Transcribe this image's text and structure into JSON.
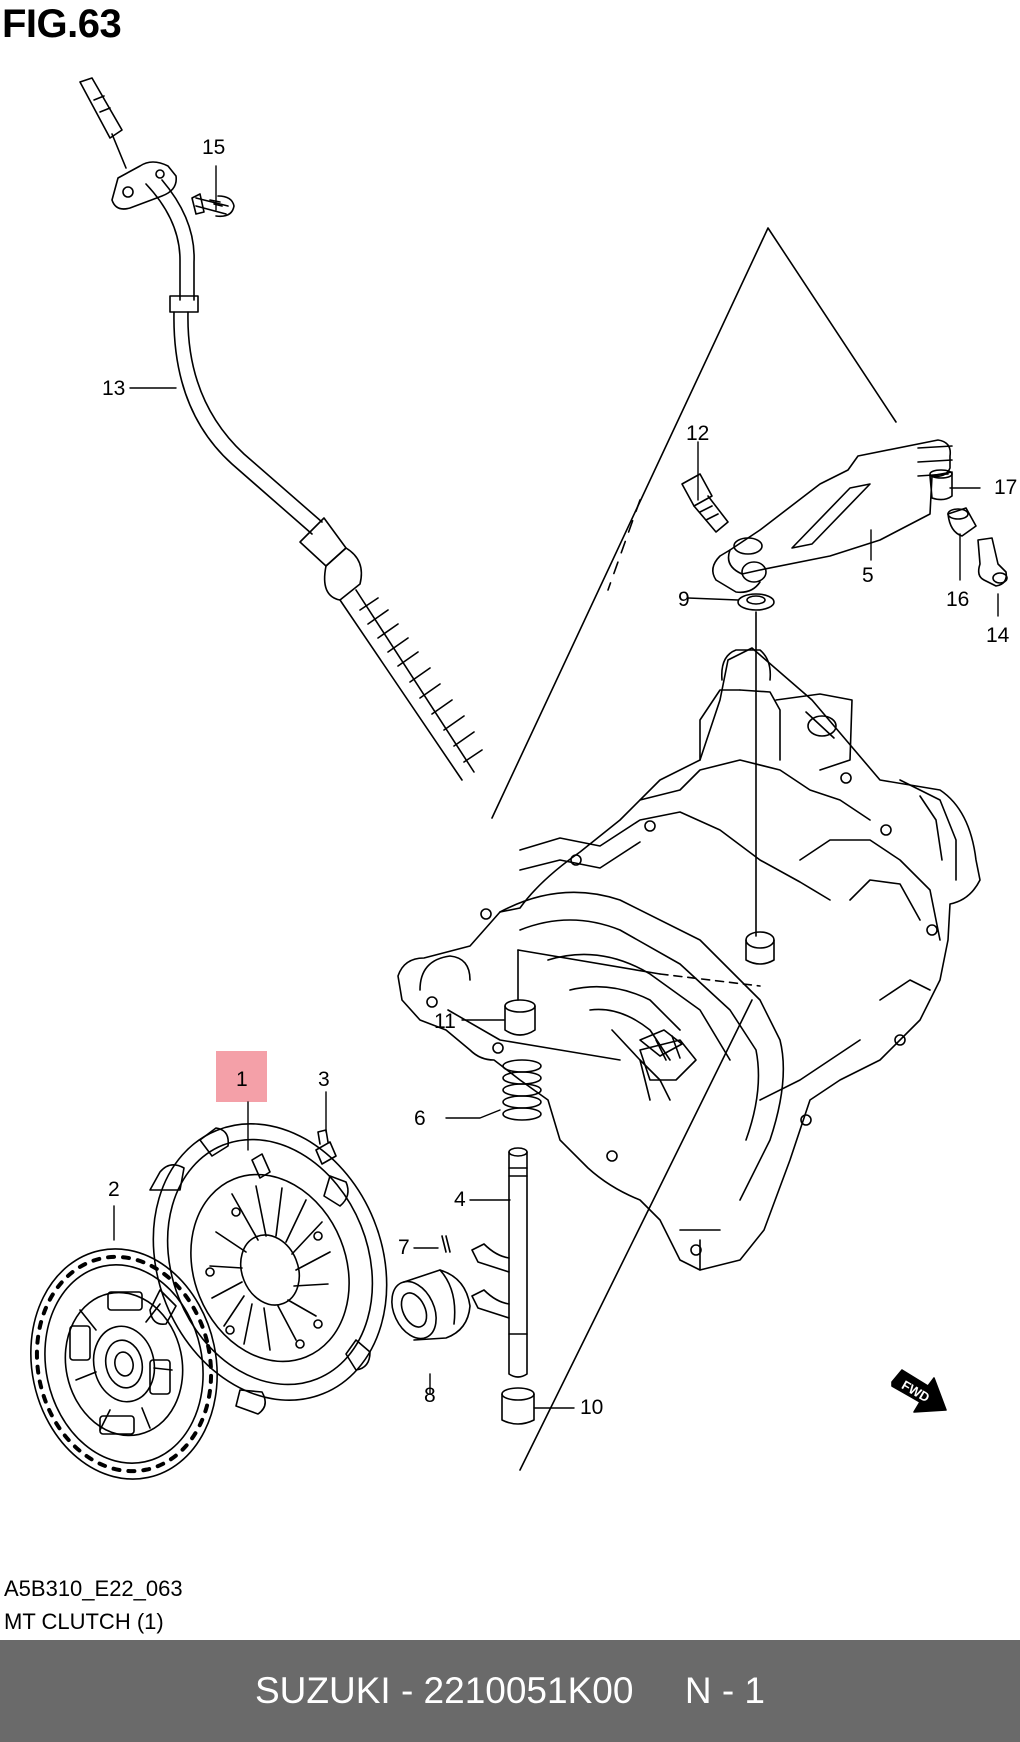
{
  "figure_title": "FIG.63",
  "reference_code": "A5B310_E22_063",
  "caption": "MT CLUTCH (1)",
  "fwd_label": "FWD",
  "highlight_color": "#f4a0a8",
  "footer": {
    "text": "SUZUKI - 2210051K00     N - 1",
    "background": "#6a6a6a"
  },
  "callouts": [
    {
      "id": "1",
      "part": "cover-assy"
    },
    {
      "id": "2",
      "part": "clutch-disc"
    },
    {
      "id": "3",
      "part": "bolt"
    },
    {
      "id": "4",
      "part": "shaft"
    },
    {
      "id": "5",
      "part": "release-lever"
    },
    {
      "id": "6",
      "part": "spring"
    },
    {
      "id": "7",
      "part": "pin"
    },
    {
      "id": "8",
      "part": "release-bearing"
    },
    {
      "id": "9",
      "part": "seal"
    },
    {
      "id": "10",
      "part": "bushing-lower"
    },
    {
      "id": "11",
      "part": "bushing-upper"
    },
    {
      "id": "12",
      "part": "bolt-lever"
    },
    {
      "id": "13",
      "part": "clutch-cable"
    },
    {
      "id": "14",
      "part": "cable-end"
    },
    {
      "id": "15",
      "part": "bolt-cable"
    },
    {
      "id": "16",
      "part": "bushing-cable"
    },
    {
      "id": "17",
      "part": "cushion"
    }
  ]
}
